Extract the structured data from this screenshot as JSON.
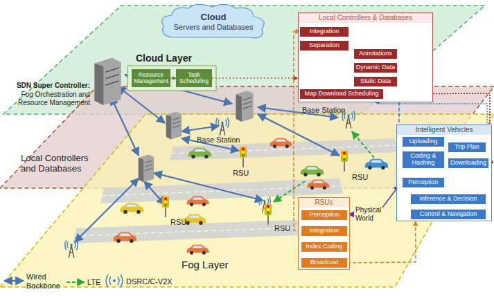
{
  "diagram": {
    "nodes": [
      {
        "text": [
          "Cloud",
          "Servers and Databases"
        ]
      },
      {
        "text": [
          "Cloud Layer"
        ]
      },
      {
        "text": [
          "Resource Management"
        ]
      },
      {
        "text": [
          "Task Scheduling"
        ]
      },
      {
        "text": [
          "Local Controllers & Databases"
        ]
      },
      {
        "text": [
          "Integration"
        ],
        "in": 4
      },
      {
        "text": [
          "Separation"
        ],
        "in": 4
      },
      {
        "text": [
          "Annotations"
        ],
        "in": 4
      },
      {
        "text": [
          "Dynamic Data"
        ],
        "in": 4
      },
      {
        "text": [
          "Static Data"
        ],
        "in": 4
      },
      {
        "text": [
          "Map Download Scheduling"
        ],
        "in": 4
      },
      {
        "text": [
          "Local Controllers and Databases"
        ]
      },
      {
        "text": [
          "Intelligent Vehicles"
        ]
      },
      {
        "text": [
          "Uploading"
        ],
        "in": 12
      },
      {
        "text": [
          "Trip Plan"
        ],
        "in": 12
      },
      {
        "text": [
          "Coding & Hashing"
        ],
        "in": 12
      },
      {
        "text": [
          "Downloading"
        ],
        "in": 12
      },
      {
        "text": [
          "Perception"
        ],
        "in": 12
      },
      {
        "text": [
          "Inference & Decision"
        ],
        "in": 12
      },
      {
        "text": [
          "Control & Navigation"
        ],
        "in": 12
      },
      {
        "text": [
          "Fog Layer"
        ]
      },
      {
        "text": [
          "RSUs"
        ]
      },
      {
        "text": [
          "Perception"
        ],
        "in": 21
      },
      {
        "text": [
          "Integration"
        ],
        "in": 21
      },
      {
        "text": [
          "Index Coding"
        ],
        "in": 21
      },
      {
        "text": [
          "Broadcast"
        ],
        "in": 21
      }
    ],
    "edges": [
      {
        "from": 2,
        "to": 3,
        "arrow": "to"
      },
      {
        "from": 3,
        "to": 4,
        "arrow": "to"
      },
      {
        "from": 5,
        "to": 6,
        "arrow": "to"
      },
      {
        "from": 6,
        "to": 7,
        "arrow": "to"
      },
      {
        "from": 6,
        "to": 8,
        "arrow": "to"
      },
      {
        "from": 6,
        "to": 9,
        "arrow": "to"
      },
      {
        "from": 6,
        "to": 10,
        "arrow": "to"
      },
      {
        "from": 15,
        "to": 13,
        "arrow": "to"
      },
      {
        "from": 17,
        "to": 15,
        "arrow": "to"
      },
      {
        "from": 17,
        "to": 18,
        "arrow": "to"
      },
      {
        "from": 18,
        "to": 19,
        "arrow": "to"
      },
      {
        "from": 16,
        "to": 17,
        "arrow": "to"
      },
      {
        "from": 13,
        "to": 5,
        "arrow": "to"
      },
      {
        "from": 10,
        "to": 16,
        "arrow": "to"
      },
      {
        "from": 14,
        "to": 10,
        "arrow": "to"
      },
      {
        "from": 23,
        "to": 5,
        "arrow": "to"
      },
      {
        "from": 25,
        "to": 12,
        "arrow": "to"
      },
      {
        "from": 22,
        "to": 23,
        "arrow": "to"
      },
      {
        "from": 23,
        "to": 24,
        "arrow": "to"
      },
      {
        "from": 24,
        "to": 25,
        "arrow": "to"
      }
    ],
    "labels": [
      "SDN Super Controller:",
      "Fog Orchestration and Resource Management",
      "Base Station",
      "Base Station",
      "RSU",
      "RSU",
      "RSU",
      "RSU",
      "Physical World"
    ],
    "legend": [
      {
        "text": "Wired Backbone"
      },
      {
        "text": "LTE"
      },
      {
        "text": "DSRC/C-V2X"
      }
    ]
  }
}
